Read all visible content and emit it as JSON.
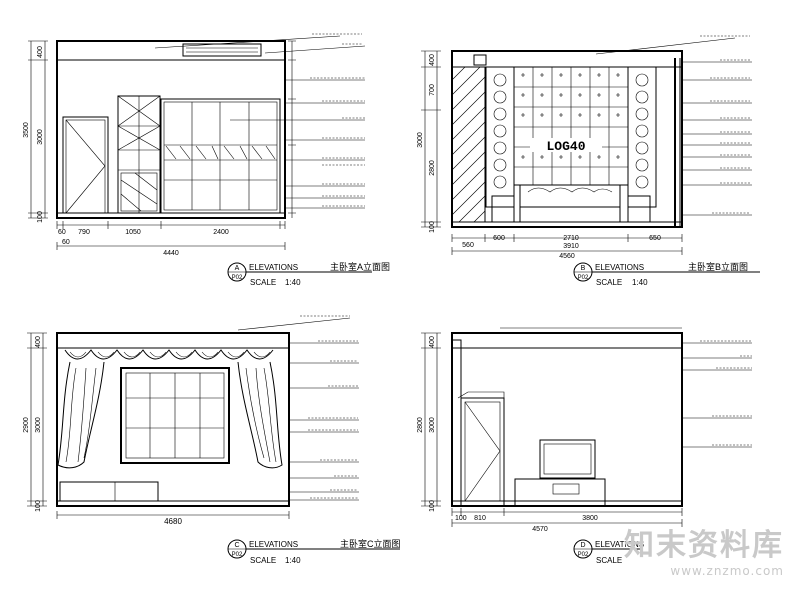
{
  "panels": {
    "a": {
      "bubble_letter": "A",
      "bubble_sheet": "P02",
      "view_label": "ELEVATIONS",
      "scale_label": "SCALE",
      "scale_value": "1:40",
      "title": "主卧室A立面图",
      "height_dims": [
        "400",
        "3000",
        "3500",
        "100"
      ],
      "width_dims": [
        "60",
        "790",
        "1050",
        "2400"
      ],
      "total_width": "4440"
    },
    "b": {
      "bubble_letter": "B",
      "bubble_sheet": "P02",
      "view_label": "ELEVATIONS",
      "scale_label": "SCALE",
      "scale_value": "1:40",
      "title": "主卧室B立面图",
      "height_dims": [
        "400",
        "700",
        "3000",
        "2800",
        "100"
      ],
      "width_dims": [
        "560",
        "600",
        "2710",
        "650"
      ],
      "sub_width": "3910",
      "total_width": "4560",
      "sign_text": "LOG40"
    },
    "c": {
      "bubble_letter": "C",
      "bubble_sheet": "P02",
      "view_label": "ELEVATIONS",
      "scale_label": "SCALE",
      "scale_value": "1:40",
      "title": "主卧室C立面图",
      "height_dims": [
        "400",
        "3000",
        "2900",
        "100"
      ],
      "total_width": "4680"
    },
    "d": {
      "bubble_letter": "D",
      "bubble_sheet": "P02",
      "view_label": "ELEVATIONS",
      "scale_label": "SCALE",
      "height_dims": [
        "400",
        "3000",
        "2800",
        "100"
      ],
      "width_dims": [
        "100",
        "810",
        "3800"
      ],
      "total_width": "4570"
    }
  },
  "watermark": {
    "brand": "知末资料库",
    "url": "www.znzmo.com"
  }
}
